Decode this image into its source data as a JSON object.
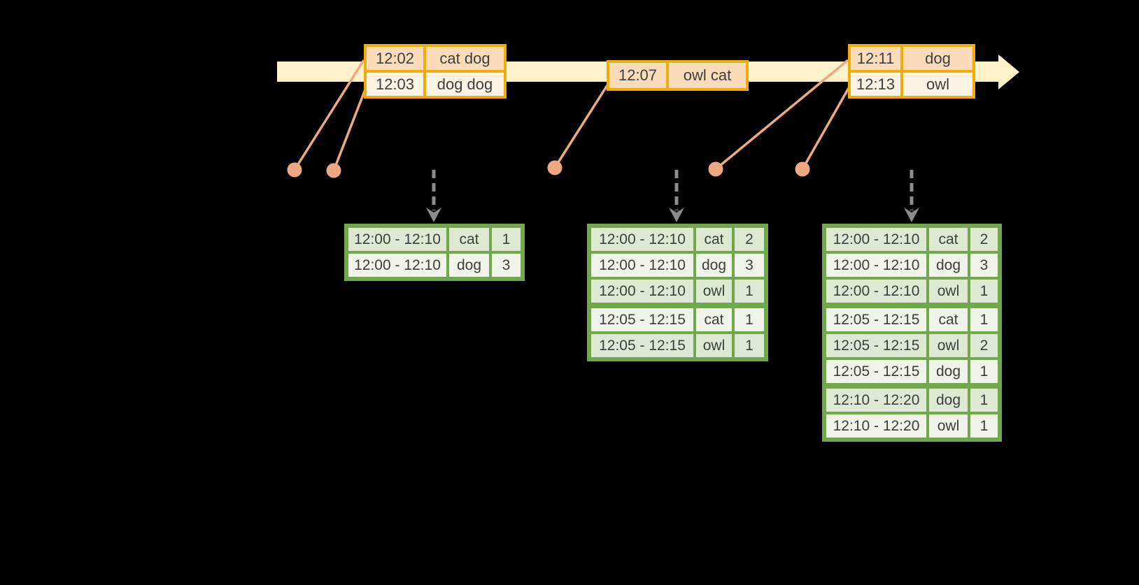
{
  "event_stream": {
    "groups": [
      {
        "rows": [
          {
            "time": "12:02",
            "words": "cat dog"
          },
          {
            "time": "12:03",
            "words": "dog dog"
          }
        ]
      },
      {
        "rows": [
          {
            "time": "12:07",
            "words": "owl cat"
          }
        ]
      },
      {
        "rows": [
          {
            "time": "12:11",
            "words": "dog"
          },
          {
            "time": "12:13",
            "words": "owl"
          }
        ]
      }
    ]
  },
  "result_tables": [
    {
      "rows": [
        [
          "12:00 - 12:10",
          "cat",
          "1"
        ],
        [
          "12:00 - 12:10",
          "dog",
          "3"
        ]
      ],
      "group_starts": []
    },
    {
      "rows": [
        [
          "12:00 - 12:10",
          "cat",
          "2"
        ],
        [
          "12:00 - 12:10",
          "dog",
          "3"
        ],
        [
          "12:00 - 12:10",
          "owl",
          "1"
        ],
        [
          "12:05 - 12:15",
          "cat",
          "1"
        ],
        [
          "12:05 - 12:15",
          "owl",
          "1"
        ]
      ],
      "group_starts": [
        3
      ]
    },
    {
      "rows": [
        [
          "12:00 - 12:10",
          "cat",
          "2"
        ],
        [
          "12:00 - 12:10",
          "dog",
          "3"
        ],
        [
          "12:00 - 12:10",
          "owl",
          "1"
        ],
        [
          "12:05 - 12:15",
          "cat",
          "1"
        ],
        [
          "12:05 - 12:15",
          "owl",
          "2"
        ],
        [
          "12:05 - 12:15",
          "dog",
          "1"
        ],
        [
          "12:10 - 12:20",
          "dog",
          "1"
        ],
        [
          "12:10 - 12:20",
          "owl",
          "1"
        ]
      ],
      "group_starts": [
        3,
        6
      ]
    }
  ],
  "colors": {
    "background": "#000000",
    "text": "#3e3e3e",
    "band": "#fdf2c9",
    "gold": "#f0ac0c",
    "peach-dark": "#fbdcba",
    "peach-light": "#fdf3e2",
    "salmon": "#eea982",
    "green": "#71a84c",
    "green-row-dark": "#dde9d2",
    "green-row-light": "#eff3ea",
    "gray-arrow": "#8c8c8c"
  }
}
